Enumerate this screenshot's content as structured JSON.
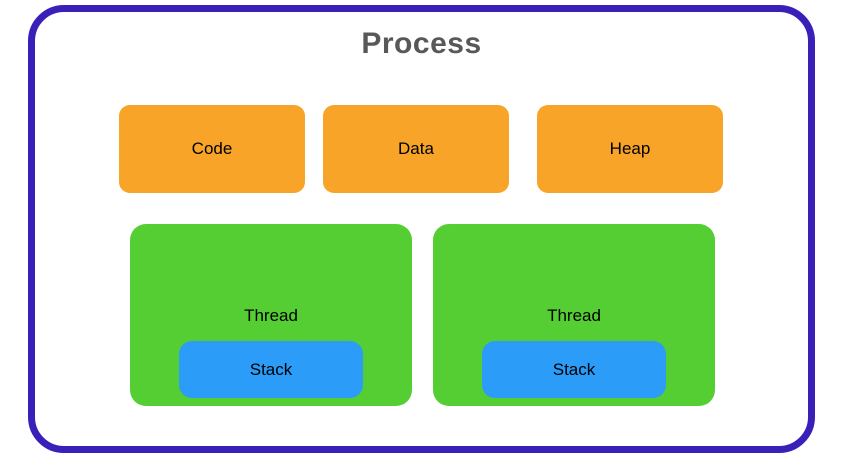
{
  "diagram": {
    "title": "Process",
    "segments": [
      {
        "label": "Code"
      },
      {
        "label": "Data"
      },
      {
        "label": "Heap"
      }
    ],
    "threads": [
      {
        "label": "Thread",
        "stack": {
          "label": "Stack"
        }
      },
      {
        "label": "Thread",
        "stack": {
          "label": "Stack"
        }
      }
    ]
  },
  "colors": {
    "process-border": "#3a1fb8",
    "segment-fill": "#f7a428",
    "thread-fill": "#55ce34",
    "stack-fill": "#2b9cf8",
    "title-text": "#58585b",
    "label-text": "#000000",
    "background": "#ffffff"
  }
}
